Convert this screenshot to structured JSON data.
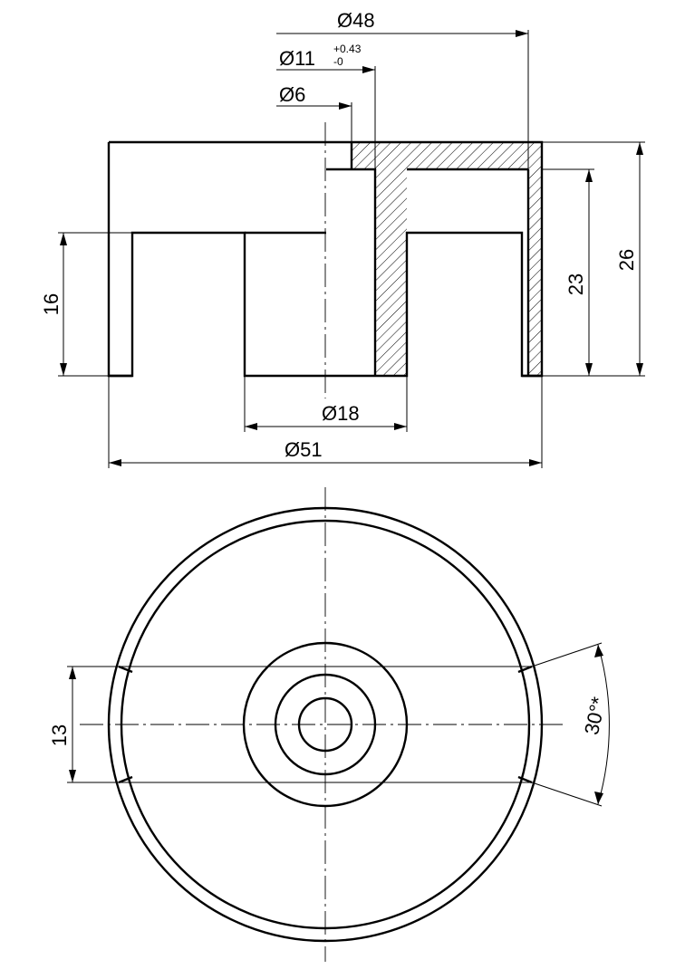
{
  "dimensions": {
    "dia48": "Ø48",
    "dia11": "Ø11",
    "dia11_tol_upper": "+0.43",
    "dia11_tol_lower": "-0",
    "dia6": "Ø6",
    "height26": "26",
    "height23": "23",
    "height16": "16",
    "dia18": "Ø18",
    "dia51": "Ø51",
    "width13": "13",
    "angle30": "30°*"
  }
}
